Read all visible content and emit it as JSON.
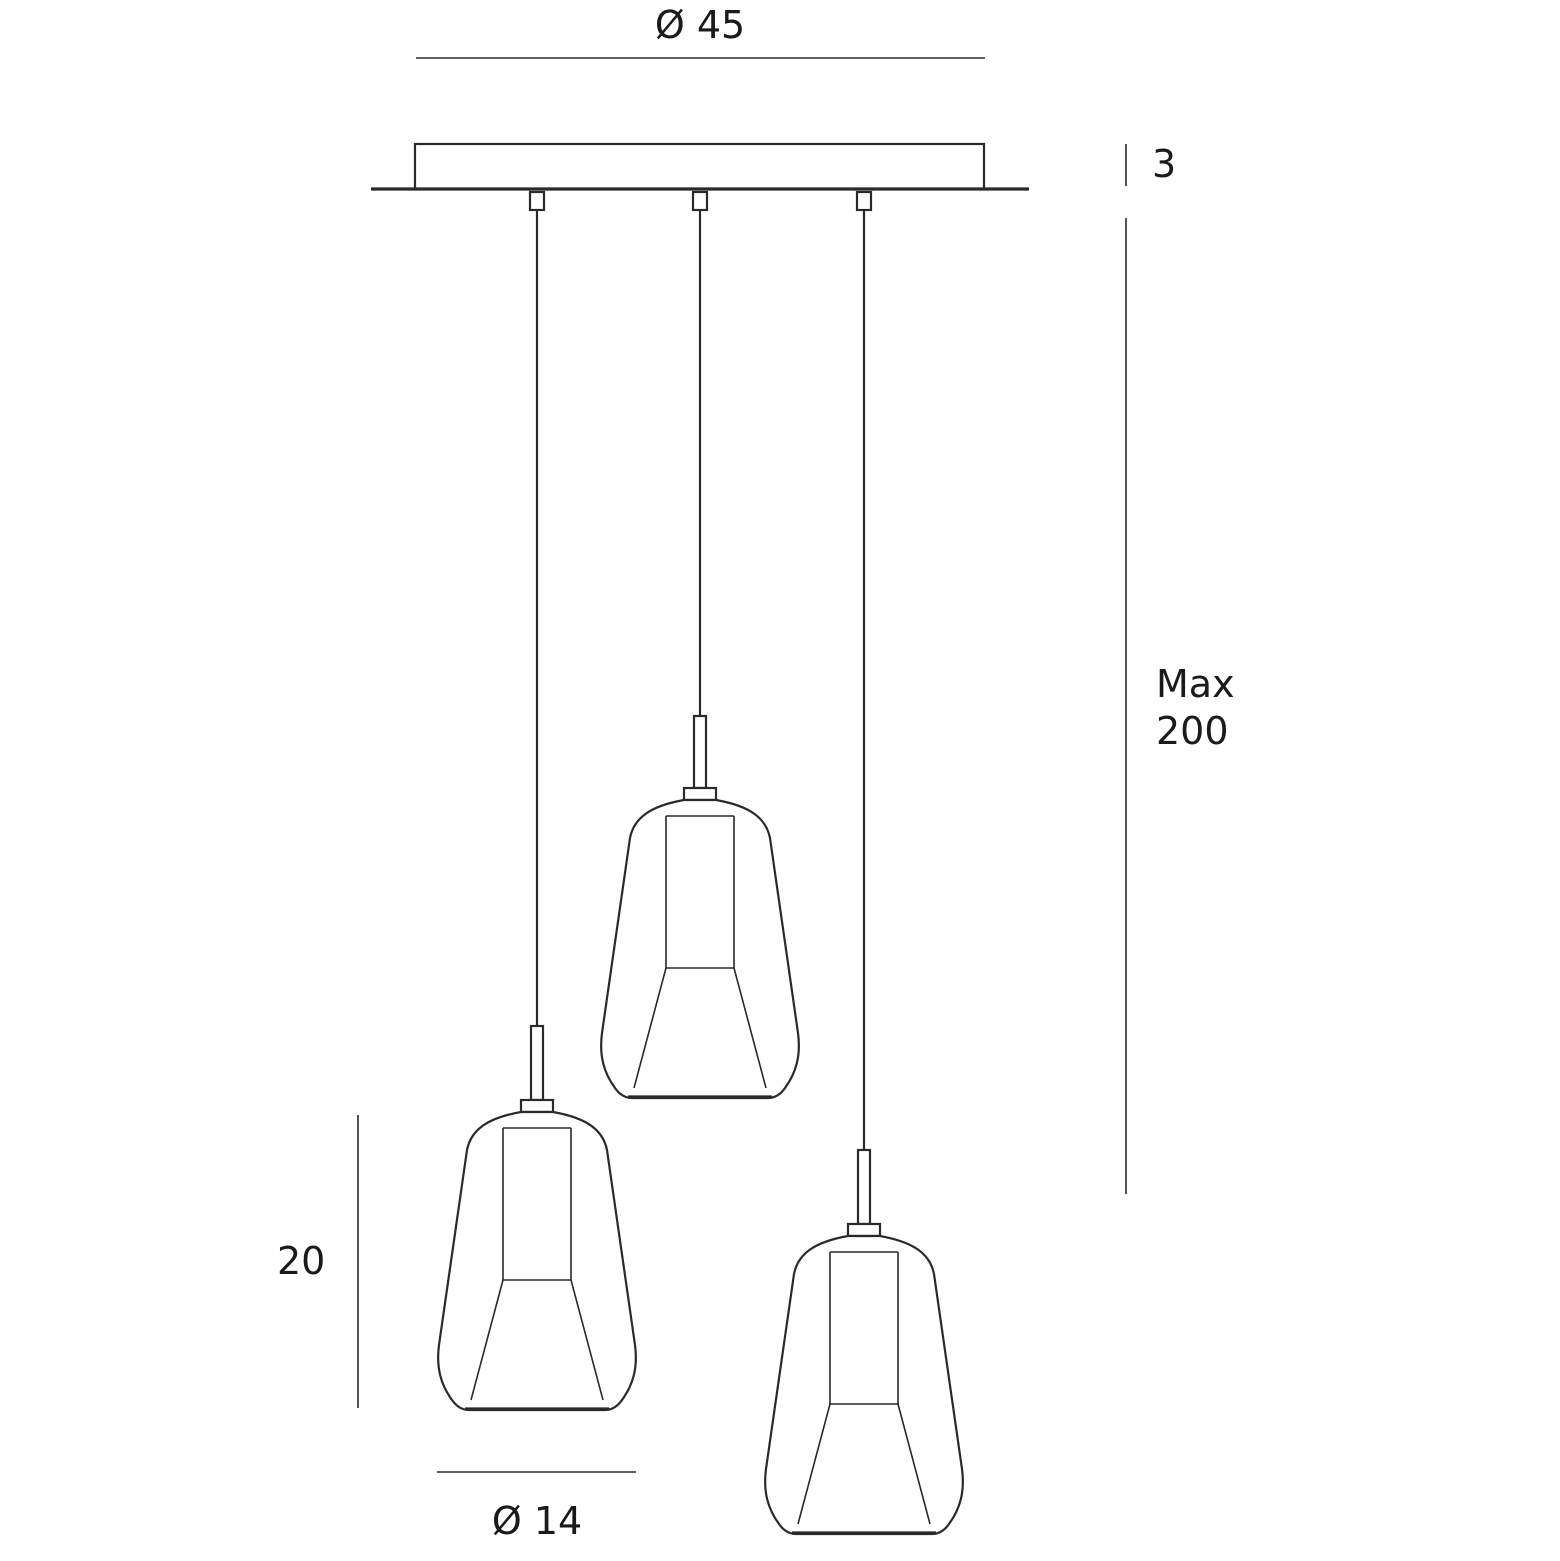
{
  "dimensions": {
    "canopy_diameter": "Ø 45",
    "canopy_height": "3",
    "max_length_line1": "Max",
    "max_length_line2": "200",
    "shade_height": "20",
    "shade_diameter": "Ø 14"
  },
  "colors": {
    "line": "#2a2a2a",
    "text": "#1a1a1a",
    "background": "#ffffff"
  }
}
